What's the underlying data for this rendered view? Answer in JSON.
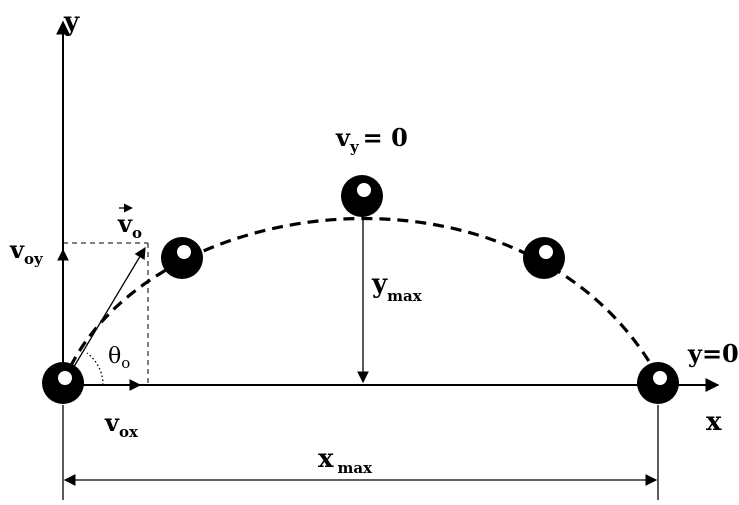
{
  "labels": {
    "y_axis": "y",
    "x_axis": "x",
    "v0_vector": "v",
    "v0_vector_sub": "o",
    "v0y": "v",
    "v0y_sub": "oy",
    "v0x": "v",
    "v0x_sub": "ox",
    "theta": "θ",
    "theta_sub": "o",
    "vy_zero": "v",
    "vy_zero_sub": "y",
    "vy_zero_eq": "= 0",
    "ymax": "y",
    "ymax_sub": "max",
    "xmax": "x",
    "xmax_sub": "max",
    "y_zero": "y=0"
  },
  "colors": {
    "ink": "#000000",
    "background": "#ffffff",
    "ball_highlight": "#ffffff"
  }
}
